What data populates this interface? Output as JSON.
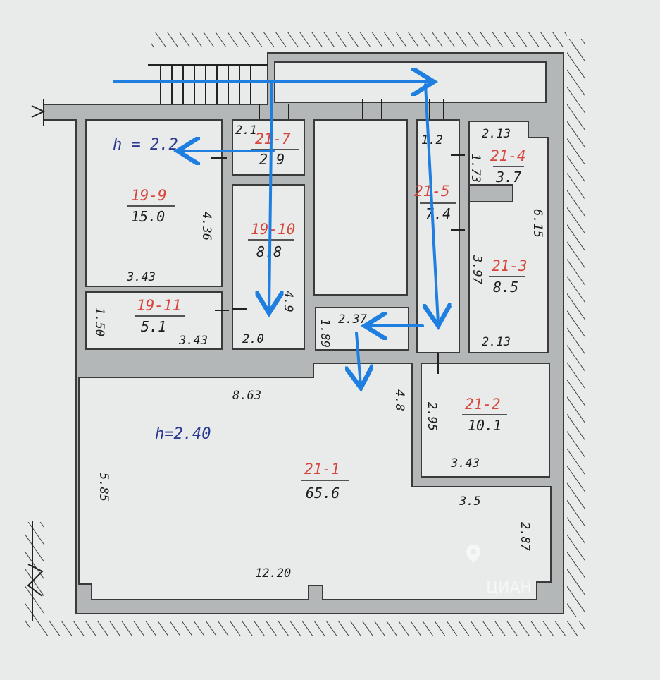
{
  "colors": {
    "wall": "#b4b7b8",
    "wall_edge": "#3a3a3a",
    "paper": "#e9ebea",
    "arrow": "#1e7fe0",
    "room_id": "#d8433b",
    "height_label": "#2b3a8f"
  },
  "heights": {
    "top_left": "h = 2.2",
    "main": "h=2.40"
  },
  "rooms": [
    {
      "id": "19-9",
      "area": "15.0"
    },
    {
      "id": "21-7",
      "area": "2.9"
    },
    {
      "id": "19-10",
      "area": "8.8"
    },
    {
      "id": "21-5",
      "area": "7.4"
    },
    {
      "id": "21-4",
      "area": "3.7"
    },
    {
      "id": "21-3",
      "area": "8.5"
    },
    {
      "id": "19-11",
      "area": "5.1"
    },
    {
      "id": "21-2",
      "area": "10.1"
    },
    {
      "id": "21-1",
      "area": "65.6"
    }
  ],
  "dimensions": [
    "2.1",
    "4.36",
    "3.43",
    "1.50",
    "3.43",
    "2.0",
    "4.9",
    "1.2",
    "2.13",
    "1.73",
    "6.15",
    "3.97",
    "2.13",
    "2.37",
    "1.89",
    "8.63",
    "4.8",
    "2.95",
    "3.43",
    "3.5",
    "5.85",
    "2.87",
    "12.20"
  ],
  "watermark": "ЦИАН",
  "icons": {
    "watermark_icon": "map-pin-icon"
  }
}
